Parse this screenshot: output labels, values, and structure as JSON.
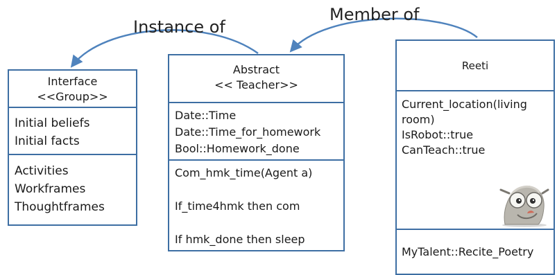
{
  "edges": {
    "instance_of": "Instance of",
    "member_of": "Member of"
  },
  "boxes": {
    "interface": {
      "header": [
        "Interface",
        "<<Group>>"
      ],
      "attributes": [
        "Initial beliefs",
        "Initial facts"
      ],
      "operations": [
        "Activities",
        "Workframes",
        "Thoughtframes"
      ]
    },
    "abstract": {
      "header": [
        "Abstract",
        "<< Teacher>>"
      ],
      "attributes": [
        "Date::Time",
        "Date::Time_for_homework",
        "Bool::Homework_done"
      ],
      "operations": [
        "Com_hmk_time(Agent a)",
        "If_time4hmk then com",
        "If hmk_done then sleep"
      ]
    },
    "reeti": {
      "header": "Reeti",
      "attributes": [
        "Current_location(living",
        "room)",
        "IsRobot::true",
        "CanTeach::true"
      ],
      "operations": [
        "MyTalent::Recite_Poetry"
      ]
    }
  },
  "colors": {
    "border": "#3d6ea3",
    "arrow": "#4f83bd",
    "text": "#1a1a1a"
  }
}
